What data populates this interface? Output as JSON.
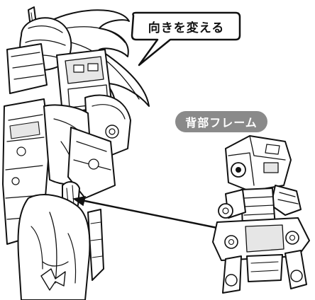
{
  "annotations": {
    "speech_text": "向きを変える",
    "part_label": "背部フレーム"
  },
  "figures": {
    "character": "armored-girl-back-view",
    "part": "back-frame-mechanism"
  },
  "colors": {
    "line": "#111111",
    "fill": "#ffffff",
    "shade": "#d0d0d0",
    "label_bg": "#8a8a8a"
  }
}
